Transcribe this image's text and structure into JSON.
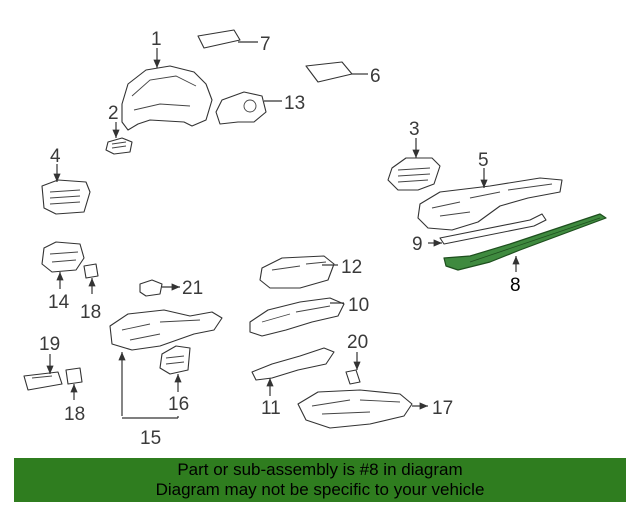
{
  "callouts": {
    "c1": "1",
    "c2": "2",
    "c3": "3",
    "c4": "4",
    "c5": "5",
    "c6": "6",
    "c7": "7",
    "c8": "8",
    "c9": "9",
    "c10": "10",
    "c11": "11",
    "c12": "12",
    "c13": "13",
    "c14": "14",
    "c15": "15",
    "c16": "16",
    "c17": "17",
    "c18a": "18",
    "c18b": "18",
    "c19": "19",
    "c20": "20",
    "c21": "21"
  },
  "highlight": {
    "part_number": "8",
    "color": "#3f8a3f"
  },
  "banner": {
    "line1": "Part or sub-assembly is #8 in diagram",
    "line2": "Diagram may not be specific to your vehicle",
    "background": "#2f7d1f"
  }
}
